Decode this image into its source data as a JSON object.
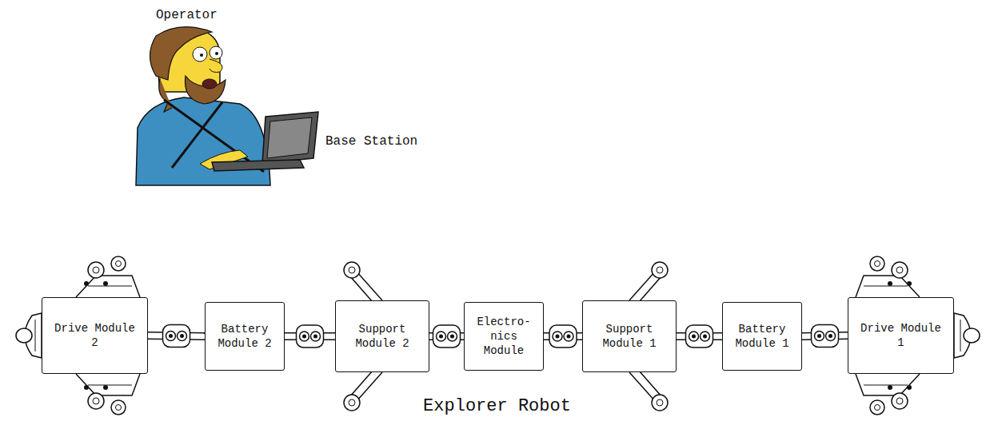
{
  "diagram": {
    "title": "Explorer Robot",
    "nodes": [
      {
        "text": [
          "Drive Module 2"
        ]
      },
      {
        "text": [
          "Battery Module 2"
        ]
      },
      {
        "text": [
          "Support Module 2"
        ]
      },
      {
        "text": [
          "Electro- nics Module"
        ]
      },
      {
        "text": [
          "Support Module 1"
        ]
      },
      {
        "text": [
          "Battery Module 1"
        ]
      },
      {
        "text": [
          "Drive Module 1"
        ]
      }
    ],
    "edges": [
      {
        "from": 0,
        "to": 1,
        "arrow": "none"
      },
      {
        "from": 1,
        "to": 2,
        "arrow": "none"
      },
      {
        "from": 2,
        "to": 3,
        "arrow": "none"
      },
      {
        "from": 3,
        "to": 4,
        "arrow": "none"
      },
      {
        "from": 4,
        "to": 5,
        "arrow": "none"
      },
      {
        "from": 5,
        "to": 6,
        "arrow": "none"
      }
    ],
    "labels": [
      "Operator",
      "Base Station"
    ]
  }
}
